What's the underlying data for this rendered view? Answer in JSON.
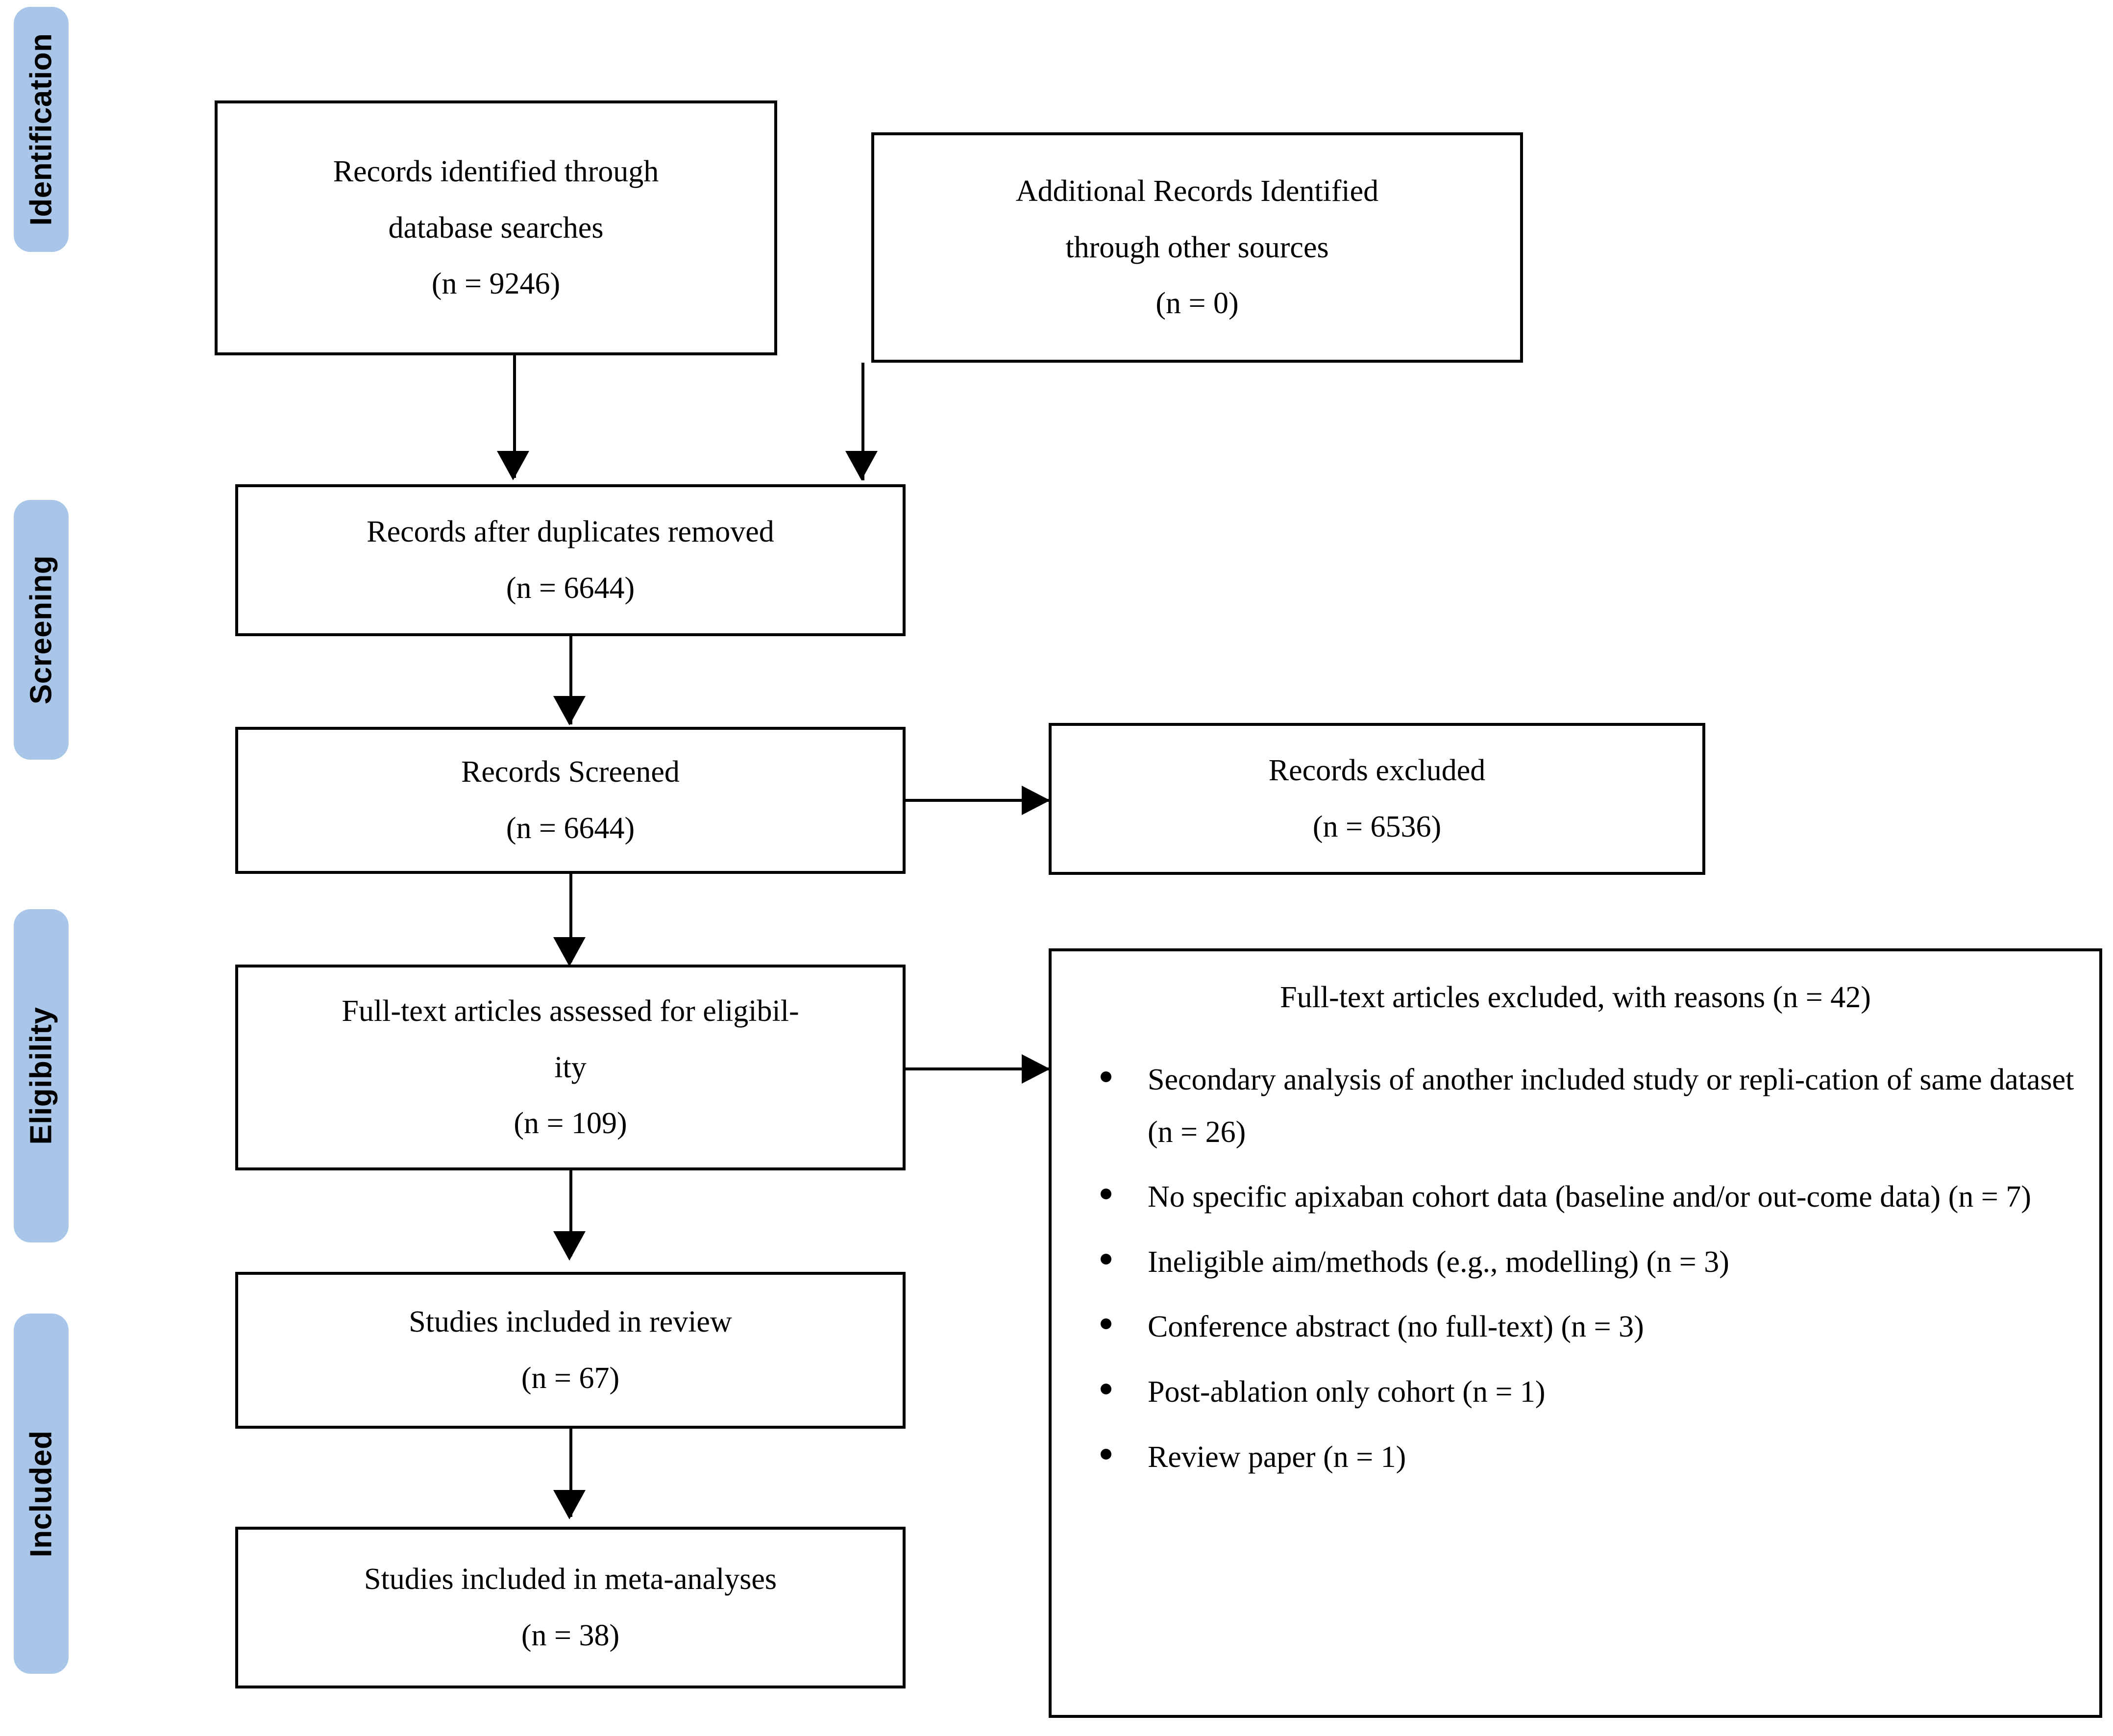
{
  "diagram": {
    "type": "prisma-flow-diagram",
    "stages": [
      {
        "id": "identification",
        "label": "Identification"
      },
      {
        "id": "screening",
        "label": "Screening"
      },
      {
        "id": "eligibility",
        "label": "Eligibility"
      },
      {
        "id": "included",
        "label": "Included"
      }
    ],
    "colors": {
      "stage_bar": "#a9c6e8",
      "box_border": "#000000",
      "box_fill": "#ffffff",
      "text": "#000000"
    },
    "boxes": {
      "records_identified": {
        "line1": "Records identified through",
        "line2": "database searches",
        "count": "(n = 9246)"
      },
      "additional_records": {
        "line1": "Additional Records Identified",
        "line2": "through other sources",
        "count": "(n = 0)"
      },
      "duplicates_removed": {
        "line1": "Records after duplicates removed",
        "count": "(n = 6644)"
      },
      "records_screened": {
        "line1": "Records Screened",
        "count": "(n = 6644)"
      },
      "records_excluded": {
        "line1": "Records excluded",
        "count": "(n = 6536)"
      },
      "fulltext_assessed": {
        "line1": "Full-text articles assessed for eligibil-",
        "line2": "ity",
        "count": "(n = 109)"
      },
      "fulltext_excluded": {
        "line1": "Full-text articles excluded, with reasons",
        "count": "(n = 42)",
        "reasons": [
          "Secondary analysis of another included study or repli-cation of same dataset (n = 26)",
          "No specific apixaban cohort data (baseline and/or out-come data) (n = 7)",
          "Ineligible aim/methods (e.g., modelling) (n = 3)",
          "Conference abstract (no full-text) (n = 3)",
          "Post-ablation only cohort (n = 1)",
          "Review paper (n = 1)"
        ]
      },
      "studies_review": {
        "line1": "Studies included in review",
        "count": "(n = 67)"
      },
      "studies_meta": {
        "line1": "Studies included in meta-analyses",
        "count": "(n = 38)"
      }
    }
  }
}
